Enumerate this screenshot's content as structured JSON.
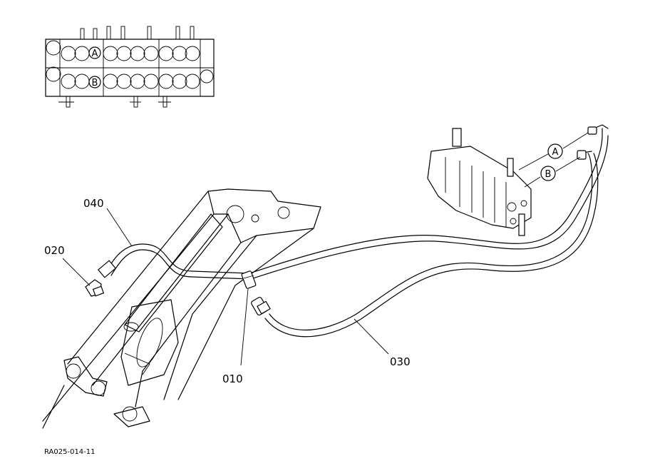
{
  "parts": {
    "p010": "010",
    "p020": "020",
    "p030": "030",
    "p040": "040"
  },
  "ports": {
    "a": "A",
    "b": "B"
  },
  "reference": "RA025-014-11"
}
